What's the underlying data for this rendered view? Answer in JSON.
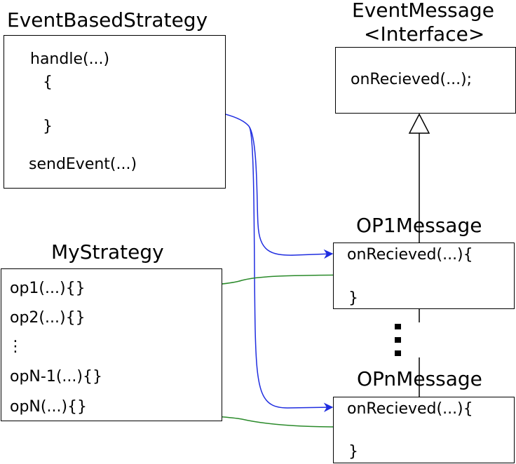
{
  "event_based_strategy": {
    "title": "EventBasedStrategy",
    "lines": [
      "handle(...)",
      "{",
      "}",
      "sendEvent(...)"
    ]
  },
  "event_message": {
    "title_line1": "EventMessage",
    "title_line2": "<Interface>",
    "method": "onRecieved(...);"
  },
  "op1_message": {
    "title": "OP1Message",
    "lines": [
      "onRecieved(...){",
      "}"
    ]
  },
  "opn_message": {
    "title": "OPnMessage",
    "lines": [
      "onRecieved(...){",
      "}"
    ]
  },
  "my_strategy": {
    "title": "MyStrategy",
    "ops": [
      "op1(...){}",
      "op2(...){}",
      "⋮",
      "opN-1(...){}",
      "opN(...){}"
    ]
  },
  "colors": {
    "dispatch_arrow": "#1f2de0",
    "callback_arrow": "#2a8a2a",
    "border": "#000000"
  },
  "icons": {
    "inheritance": "hollow-triangle-arrowhead",
    "continuation": "vertical-dots"
  }
}
